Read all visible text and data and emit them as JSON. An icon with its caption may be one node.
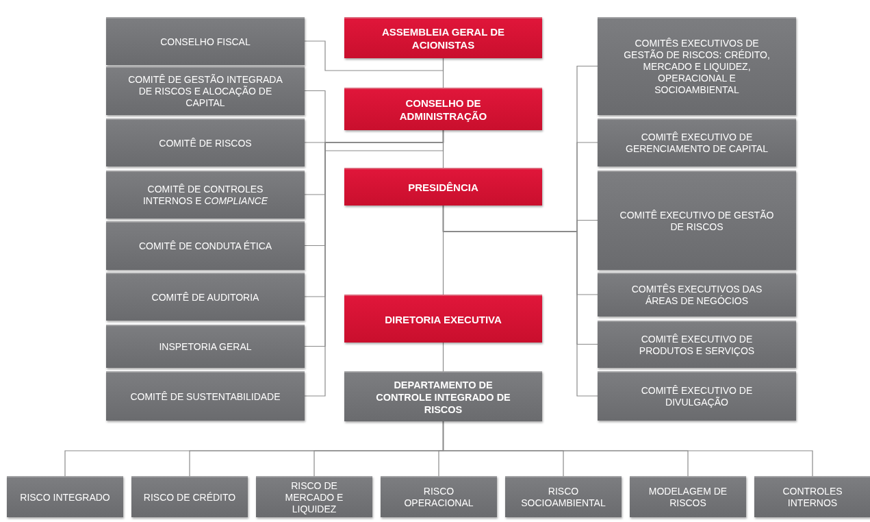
{
  "diagram": {
    "nodes": [
      {
        "text": [
          "CONSELHO FISCAL"
        ]
      },
      {
        "text": [
          "COMITÊ DE GESTÃO INTEGRADA DE RISCOS E ALOCAÇÃO DE CAPITAL"
        ]
      },
      {
        "text": [
          "COMITÊ DE RISCOS"
        ]
      },
      {
        "text": [
          "COMITÊ DE CONTROLES INTERNOS E *COMPLIANCE*"
        ]
      },
      {
        "text": [
          "COMITÊ DE CONDUTA ÉTICA"
        ]
      },
      {
        "text": [
          "COMITÊ DE AUDITORIA"
        ]
      },
      {
        "text": [
          "INSPETORIA GERAL"
        ]
      },
      {
        "text": [
          "COMITÊ DE SUSTENTABILIDADE"
        ]
      },
      {
        "text": [
          "ASSEMBLEIA GERAL DE ACIONISTAS"
        ]
      },
      {
        "text": [
          "CONSELHO DE ADMINISTRAÇÃO"
        ]
      },
      {
        "text": [
          "PRESIDÊNCIA"
        ]
      },
      {
        "text": [
          "DIRETORIA EXECUTIVA"
        ]
      },
      {
        "text": [
          "DEPARTAMENTO DE CONTROLE INTEGRADO DE RISCOS"
        ]
      },
      {
        "text": [
          "COMITÊS EXECUTIVOS DE GESTÃO DE RISCOS: CRÉDITO, MERCADO E LIQUIDEZ, OPERACIONAL E SOCIOAMBIENTAL"
        ]
      },
      {
        "text": [
          "COMITÊ EXECUTIVO DE GERENCIAMENTO DE CAPITAL"
        ]
      },
      {
        "text": [
          "COMITÊ EXECUTIVO DE GESTÃO DE RISCOS"
        ]
      },
      {
        "text": [
          "COMITÊS EXECUTIVOS DAS ÁREAS DE NEGÓCIOS"
        ]
      },
      {
        "text": [
          "COMITÊ EXECUTIVO DE PRODUTOS E SERVIÇOS"
        ]
      },
      {
        "text": [
          "COMITÊ EXECUTIVO DE DIVULGAÇÃO"
        ]
      },
      {
        "text": [
          "RISCO INTEGRADO"
        ]
      },
      {
        "text": [
          "RISCO DE CRÉDITO"
        ]
      },
      {
        "text": [
          "RISCO DE MERCADO E LIQUIDEZ"
        ]
      },
      {
        "text": [
          "RISCO OPERACIONAL"
        ]
      },
      {
        "text": [
          "RISCO SOCIOAMBIENTAL"
        ]
      },
      {
        "text": [
          "MODELAGEM DE RISCOS"
        ]
      },
      {
        "text": [
          "CONTROLES INTERNOS"
        ]
      }
    ],
    "edges": [
      {
        "from": 8,
        "to": 0,
        "arrow": "none"
      },
      {
        "from": 8,
        "to": 9,
        "arrow": "none"
      },
      {
        "from": 9,
        "to": 1,
        "arrow": "none"
      },
      {
        "from": 9,
        "to": 2,
        "arrow": "none"
      },
      {
        "from": 9,
        "to": 3,
        "arrow": "none"
      },
      {
        "from": 9,
        "to": 4,
        "arrow": "none"
      },
      {
        "from": 9,
        "to": 5,
        "arrow": "none"
      },
      {
        "from": 9,
        "to": 6,
        "arrow": "none"
      },
      {
        "from": 9,
        "to": 7,
        "arrow": "none"
      },
      {
        "from": 9,
        "to": 10,
        "arrow": "none"
      },
      {
        "from": 10,
        "to": 13,
        "arrow": "none"
      },
      {
        "from": 10,
        "to": 14,
        "arrow": "none"
      },
      {
        "from": 10,
        "to": 15,
        "arrow": "none"
      },
      {
        "from": 10,
        "to": 16,
        "arrow": "none"
      },
      {
        "from": 10,
        "to": 17,
        "arrow": "none"
      },
      {
        "from": 10,
        "to": 18,
        "arrow": "none"
      },
      {
        "from": 10,
        "to": 11,
        "arrow": "none"
      },
      {
        "from": 11,
        "to": 12,
        "arrow": "none"
      },
      {
        "from": 12,
        "to": 19,
        "arrow": "none"
      },
      {
        "from": 12,
        "to": 20,
        "arrow": "none"
      },
      {
        "from": 12,
        "to": 21,
        "arrow": "none"
      },
      {
        "from": 12,
        "to": 22,
        "arrow": "none"
      },
      {
        "from": 12,
        "to": 23,
        "arrow": "none"
      },
      {
        "from": 12,
        "to": 24,
        "arrow": "none"
      },
      {
        "from": 12,
        "to": 25,
        "arrow": "none"
      }
    ]
  }
}
